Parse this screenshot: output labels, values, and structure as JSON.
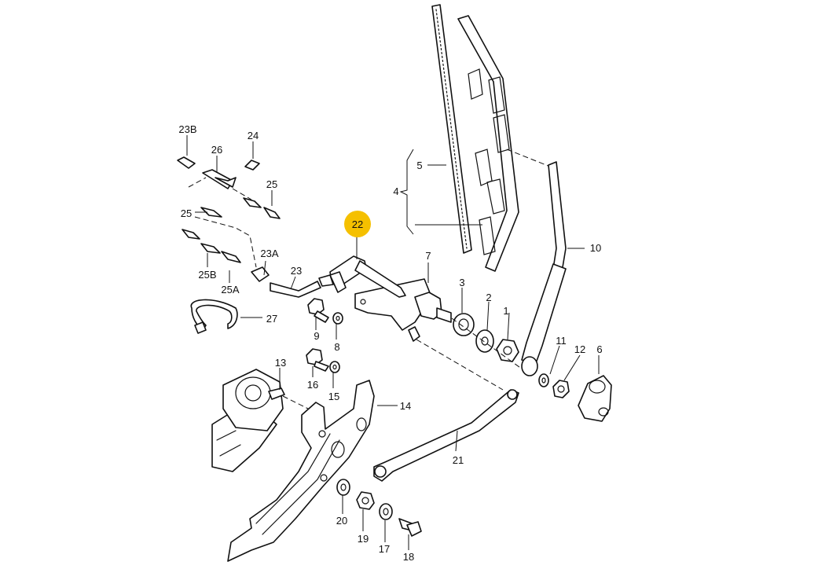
{
  "highlight_color": "#f5c000",
  "highlighted_callout": "22",
  "callouts": {
    "c1": "1",
    "c2": "2",
    "c3": "3",
    "c4": "4",
    "c5": "5",
    "c6": "6",
    "c7": "7",
    "c8": "8",
    "c9": "9",
    "c10": "10",
    "c11": "11",
    "c12": "12",
    "c13": "13",
    "c14": "14",
    "c15": "15",
    "c16": "16",
    "c17": "17",
    "c18": "18",
    "c19": "19",
    "c20": "20",
    "c21": "21",
    "c22": "22",
    "c23": "23",
    "c23a": "23A",
    "c23b": "23B",
    "c24": "24",
    "c25_top": "25",
    "c25_left": "25",
    "c25a": "25A",
    "c25b": "25B",
    "c26": "26",
    "c27": "27"
  }
}
